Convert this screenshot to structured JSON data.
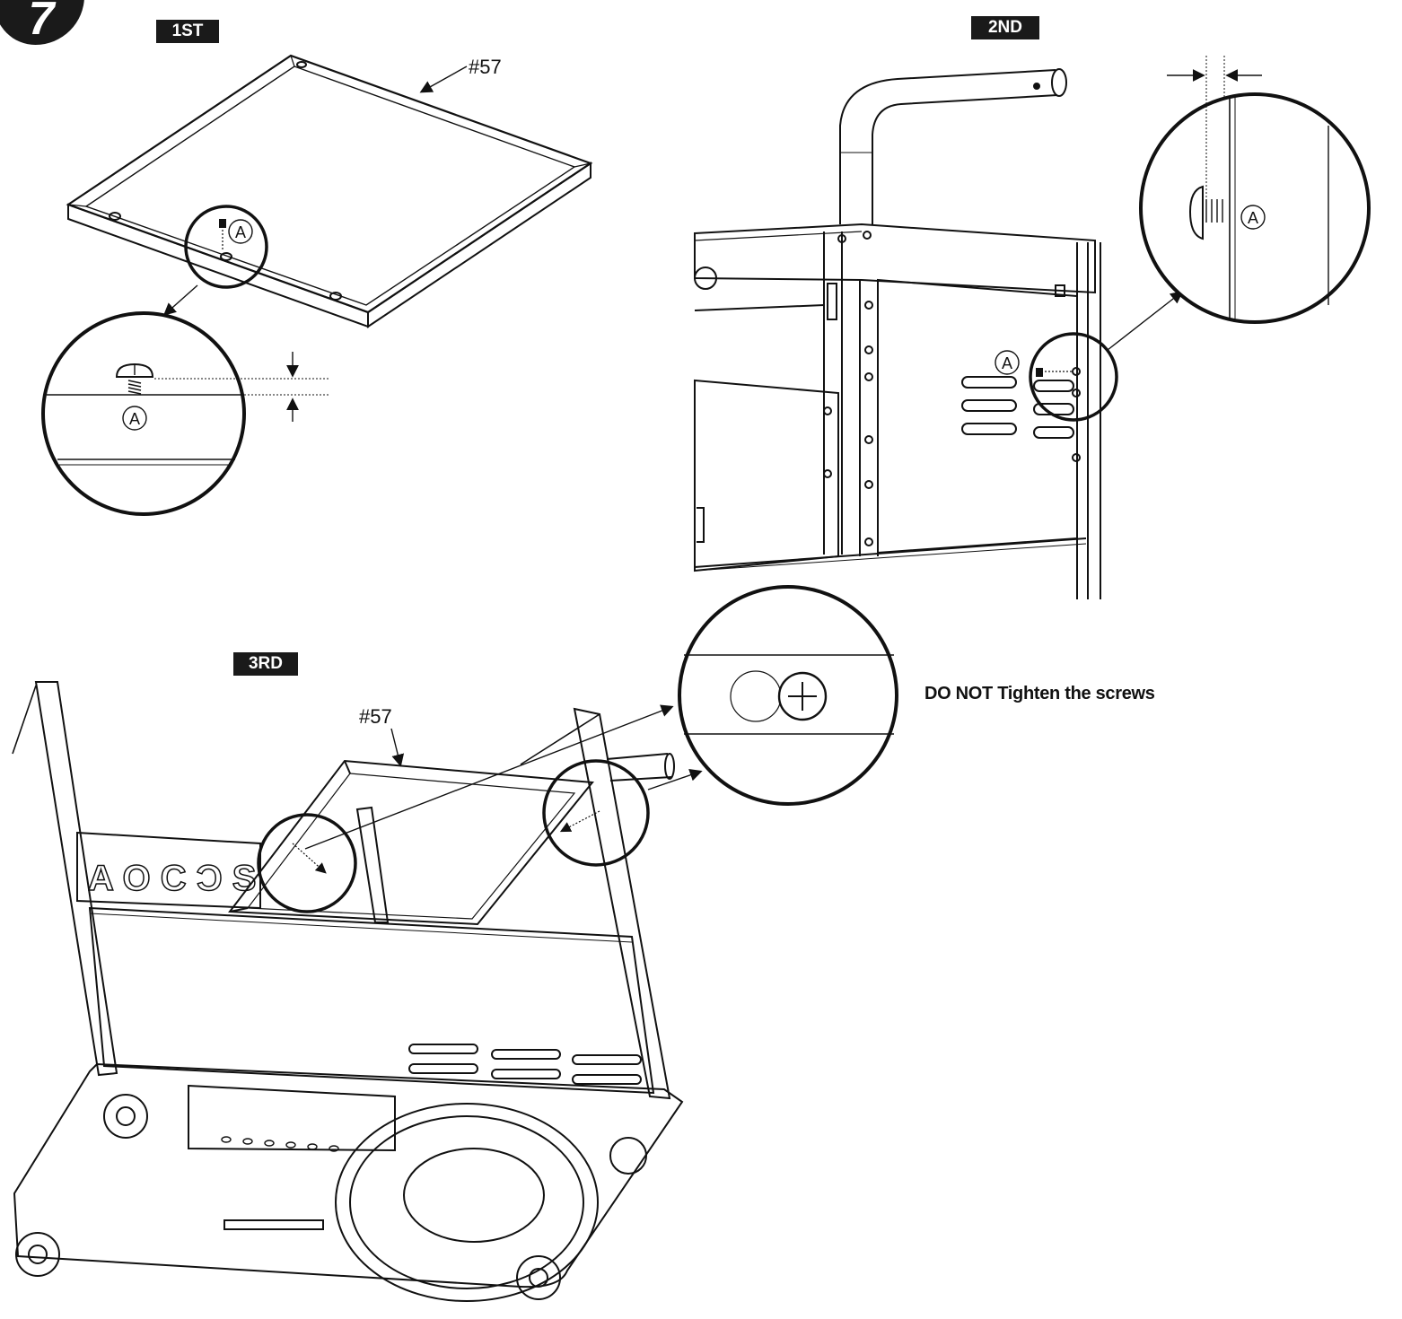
{
  "step": {
    "number": "7"
  },
  "panels": {
    "first": {
      "label": "1ST",
      "part": "#57",
      "callout": "A"
    },
    "second": {
      "label": "2ND",
      "callout": "A"
    },
    "third": {
      "label": "3RD",
      "part": "#57"
    }
  },
  "note": "DO NOT Tighten  the  screws",
  "icons": [
    "screw-icon",
    "arrow-icon",
    "detail-circle-icon"
  ]
}
